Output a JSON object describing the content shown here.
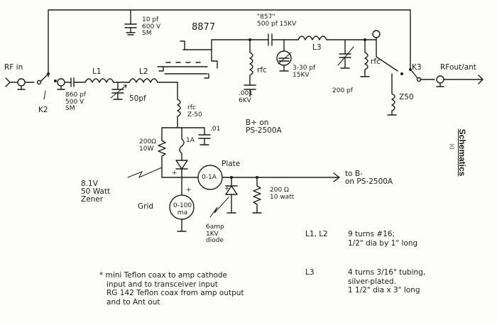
{
  "diagram": {
    "title": "Schematics",
    "copyright": "(c)",
    "labels": {
      "rf_in": "RF in",
      "k2": "K2",
      "k3": "K3",
      "rf_out": "RFout/ant",
      "l1": "L1",
      "l2": "L2",
      "l3": "L3",
      "cap_in": "860 pf\n500 V\nSM",
      "cap_50": "50pf",
      "cap_top": "10 pf\n600 V\nSM",
      "tube": "8877",
      "cap_857": "\"857\"\n500 pf 15KV",
      "rfc_plate": "rfc",
      "cap_001": ".001\n6KV",
      "bplus": "B+ on\nPS-2500A",
      "cap_3_30": "3-30 pf\n15KV",
      "cap_200": "200 pf",
      "rfc_out": "rfc",
      "z50": "Z50",
      "rfc_cath": "rfc\nZ-50",
      "cap_01": ".01",
      "res_200_10w": "200Ω\n10W",
      "fuse_1a": "1A",
      "plate": "Plate",
      "meter_plate": "0-1A",
      "zener": "8.1V\n50 Watt\nZener",
      "grid": "Grid",
      "meter_grid": "0-100\nma",
      "diode": "6amp\n1KV\ndiode",
      "res_200_10watt": "200 Ω\n10 watt",
      "to_b": "to B-\non PS-2500A",
      "plus1": "+",
      "plus2": "+",
      "plus3": "+"
    },
    "notes": {
      "coil_l1l2_name": "L1, L2",
      "coil_l1l2_spec": "9 turns #16;\n1/2\" dia by 1\" long",
      "coil_l3_name": "L3",
      "coil_l3_spec": "4 turns 3/16\" tubing,\nsilver-plated.\n1 1/2\" dia x 3\" long",
      "footnote": "* mini Teflon coax to amp cathode\n   input and to transceiver input\n   RG 142 Teflon coax from amp output\n   and to Ant out"
    }
  }
}
